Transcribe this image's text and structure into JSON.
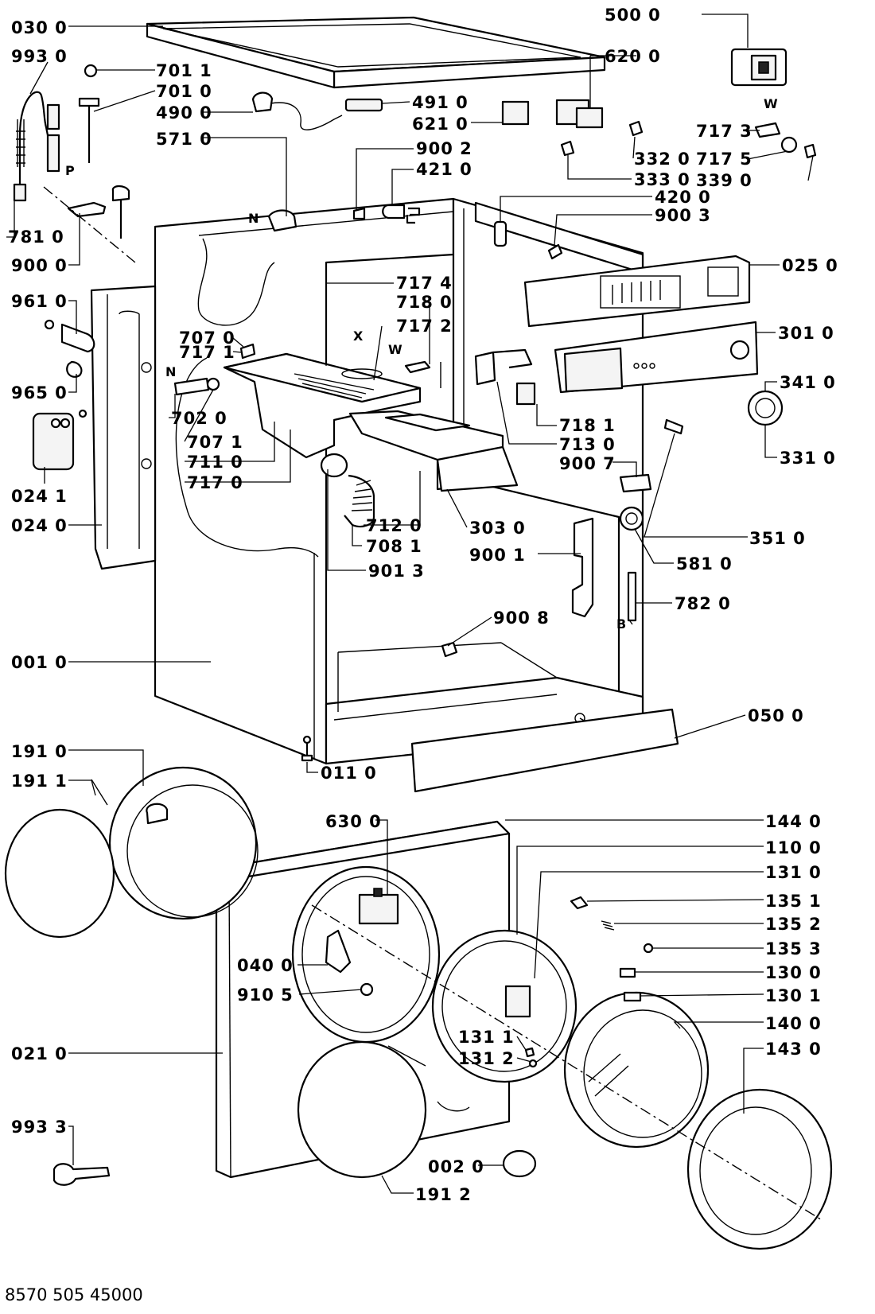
{
  "diagram": {
    "footer_code": "8570 505 45000",
    "callouts": [
      {
        "id": "030",
        "text": "030 0"
      },
      {
        "id": "993-0",
        "text": "993 0"
      },
      {
        "id": "701-1",
        "text": "701 1"
      },
      {
        "id": "701-0",
        "text": "701 0"
      },
      {
        "id": "490",
        "text": "490 0"
      },
      {
        "id": "571",
        "text": "571 0"
      },
      {
        "id": "491",
        "text": "491 0"
      },
      {
        "id": "621",
        "text": "621 0"
      },
      {
        "id": "620",
        "text": "620 0"
      },
      {
        "id": "500",
        "text": "500 0"
      },
      {
        "id": "717-3",
        "text": "717 3"
      },
      {
        "id": "717-5",
        "text": "717 5"
      },
      {
        "id": "339",
        "text": "339 0"
      },
      {
        "id": "332",
        "text": "332 0"
      },
      {
        "id": "333",
        "text": "333 0"
      },
      {
        "id": "900-2",
        "text": "900 2"
      },
      {
        "id": "421",
        "text": "421 0"
      },
      {
        "id": "420",
        "text": "420 0"
      },
      {
        "id": "900-3",
        "text": "900 3"
      },
      {
        "id": "025",
        "text": "025 0"
      },
      {
        "id": "781",
        "text": "781 0"
      },
      {
        "id": "900-0",
        "text": "900 0"
      },
      {
        "id": "961",
        "text": "961 0"
      },
      {
        "id": "717-4",
        "text": "717 4"
      },
      {
        "id": "718-0",
        "text": "718 0"
      },
      {
        "id": "717-2",
        "text": "717 2"
      },
      {
        "id": "301",
        "text": "301 0"
      },
      {
        "id": "707-0",
        "text": "707 0"
      },
      {
        "id": "717-1",
        "text": "717 1"
      },
      {
        "id": "965",
        "text": "965 0"
      },
      {
        "id": "341",
        "text": "341 0"
      },
      {
        "id": "702",
        "text": "702 0"
      },
      {
        "id": "718-1",
        "text": "718 1"
      },
      {
        "id": "707-1",
        "text": "707 1"
      },
      {
        "id": "713",
        "text": "713 0"
      },
      {
        "id": "331",
        "text": "331 0"
      },
      {
        "id": "711",
        "text": "711 0"
      },
      {
        "id": "900-7",
        "text": "900 7"
      },
      {
        "id": "717-0",
        "text": "717 0"
      },
      {
        "id": "024-1",
        "text": "024 1"
      },
      {
        "id": "024-0",
        "text": "024 0"
      },
      {
        "id": "712",
        "text": "712 0"
      },
      {
        "id": "303",
        "text": "303 0"
      },
      {
        "id": "351",
        "text": "351 0"
      },
      {
        "id": "708",
        "text": "708 1"
      },
      {
        "id": "900-1",
        "text": "900 1"
      },
      {
        "id": "581",
        "text": "581 0"
      },
      {
        "id": "901",
        "text": "901 3"
      },
      {
        "id": "782",
        "text": "782 0"
      },
      {
        "id": "900-8",
        "text": "900 8"
      },
      {
        "id": "001",
        "text": "001 0"
      },
      {
        "id": "050",
        "text": "050 0"
      },
      {
        "id": "191-0",
        "text": "191 0"
      },
      {
        "id": "011",
        "text": "011 0"
      },
      {
        "id": "191-1",
        "text": "191 1"
      },
      {
        "id": "144",
        "text": "144 0"
      },
      {
        "id": "630",
        "text": "630 0"
      },
      {
        "id": "110",
        "text": "110 0"
      },
      {
        "id": "131-0",
        "text": "131 0"
      },
      {
        "id": "135-1",
        "text": "135 1"
      },
      {
        "id": "135-2",
        "text": "135 2"
      },
      {
        "id": "040",
        "text": "040 0"
      },
      {
        "id": "135-3",
        "text": "135 3"
      },
      {
        "id": "130-0",
        "text": "130 0"
      },
      {
        "id": "910",
        "text": "910 5"
      },
      {
        "id": "130-1",
        "text": "130 1"
      },
      {
        "id": "140",
        "text": "140 0"
      },
      {
        "id": "131-1",
        "text": "131 1"
      },
      {
        "id": "143",
        "text": "143 0"
      },
      {
        "id": "131-2",
        "text": "131 2"
      },
      {
        "id": "021",
        "text": "021 0"
      },
      {
        "id": "993-3",
        "text": "993 3"
      },
      {
        "id": "002",
        "text": "002 0"
      },
      {
        "id": "191-2",
        "text": "191 2"
      }
    ],
    "markers": [
      {
        "id": "P",
        "text": "P"
      },
      {
        "id": "N1",
        "text": "N"
      },
      {
        "id": "W1",
        "text": "W"
      },
      {
        "id": "X",
        "text": "X"
      },
      {
        "id": "W2",
        "text": "W"
      },
      {
        "id": "N2",
        "text": "N"
      },
      {
        "id": "B",
        "text": "B"
      }
    ]
  }
}
